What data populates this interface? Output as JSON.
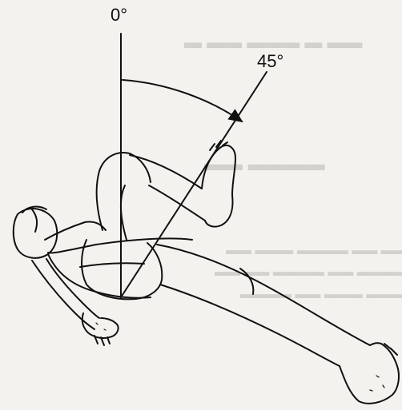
{
  "diagram": {
    "angle_start_label": "0°",
    "angle_end_label": "45°",
    "angle_degrees": 45
  },
  "colors": {
    "ink": "#111111",
    "paper": "#f4f2ee",
    "bleed_through": "#c9c6c1"
  }
}
